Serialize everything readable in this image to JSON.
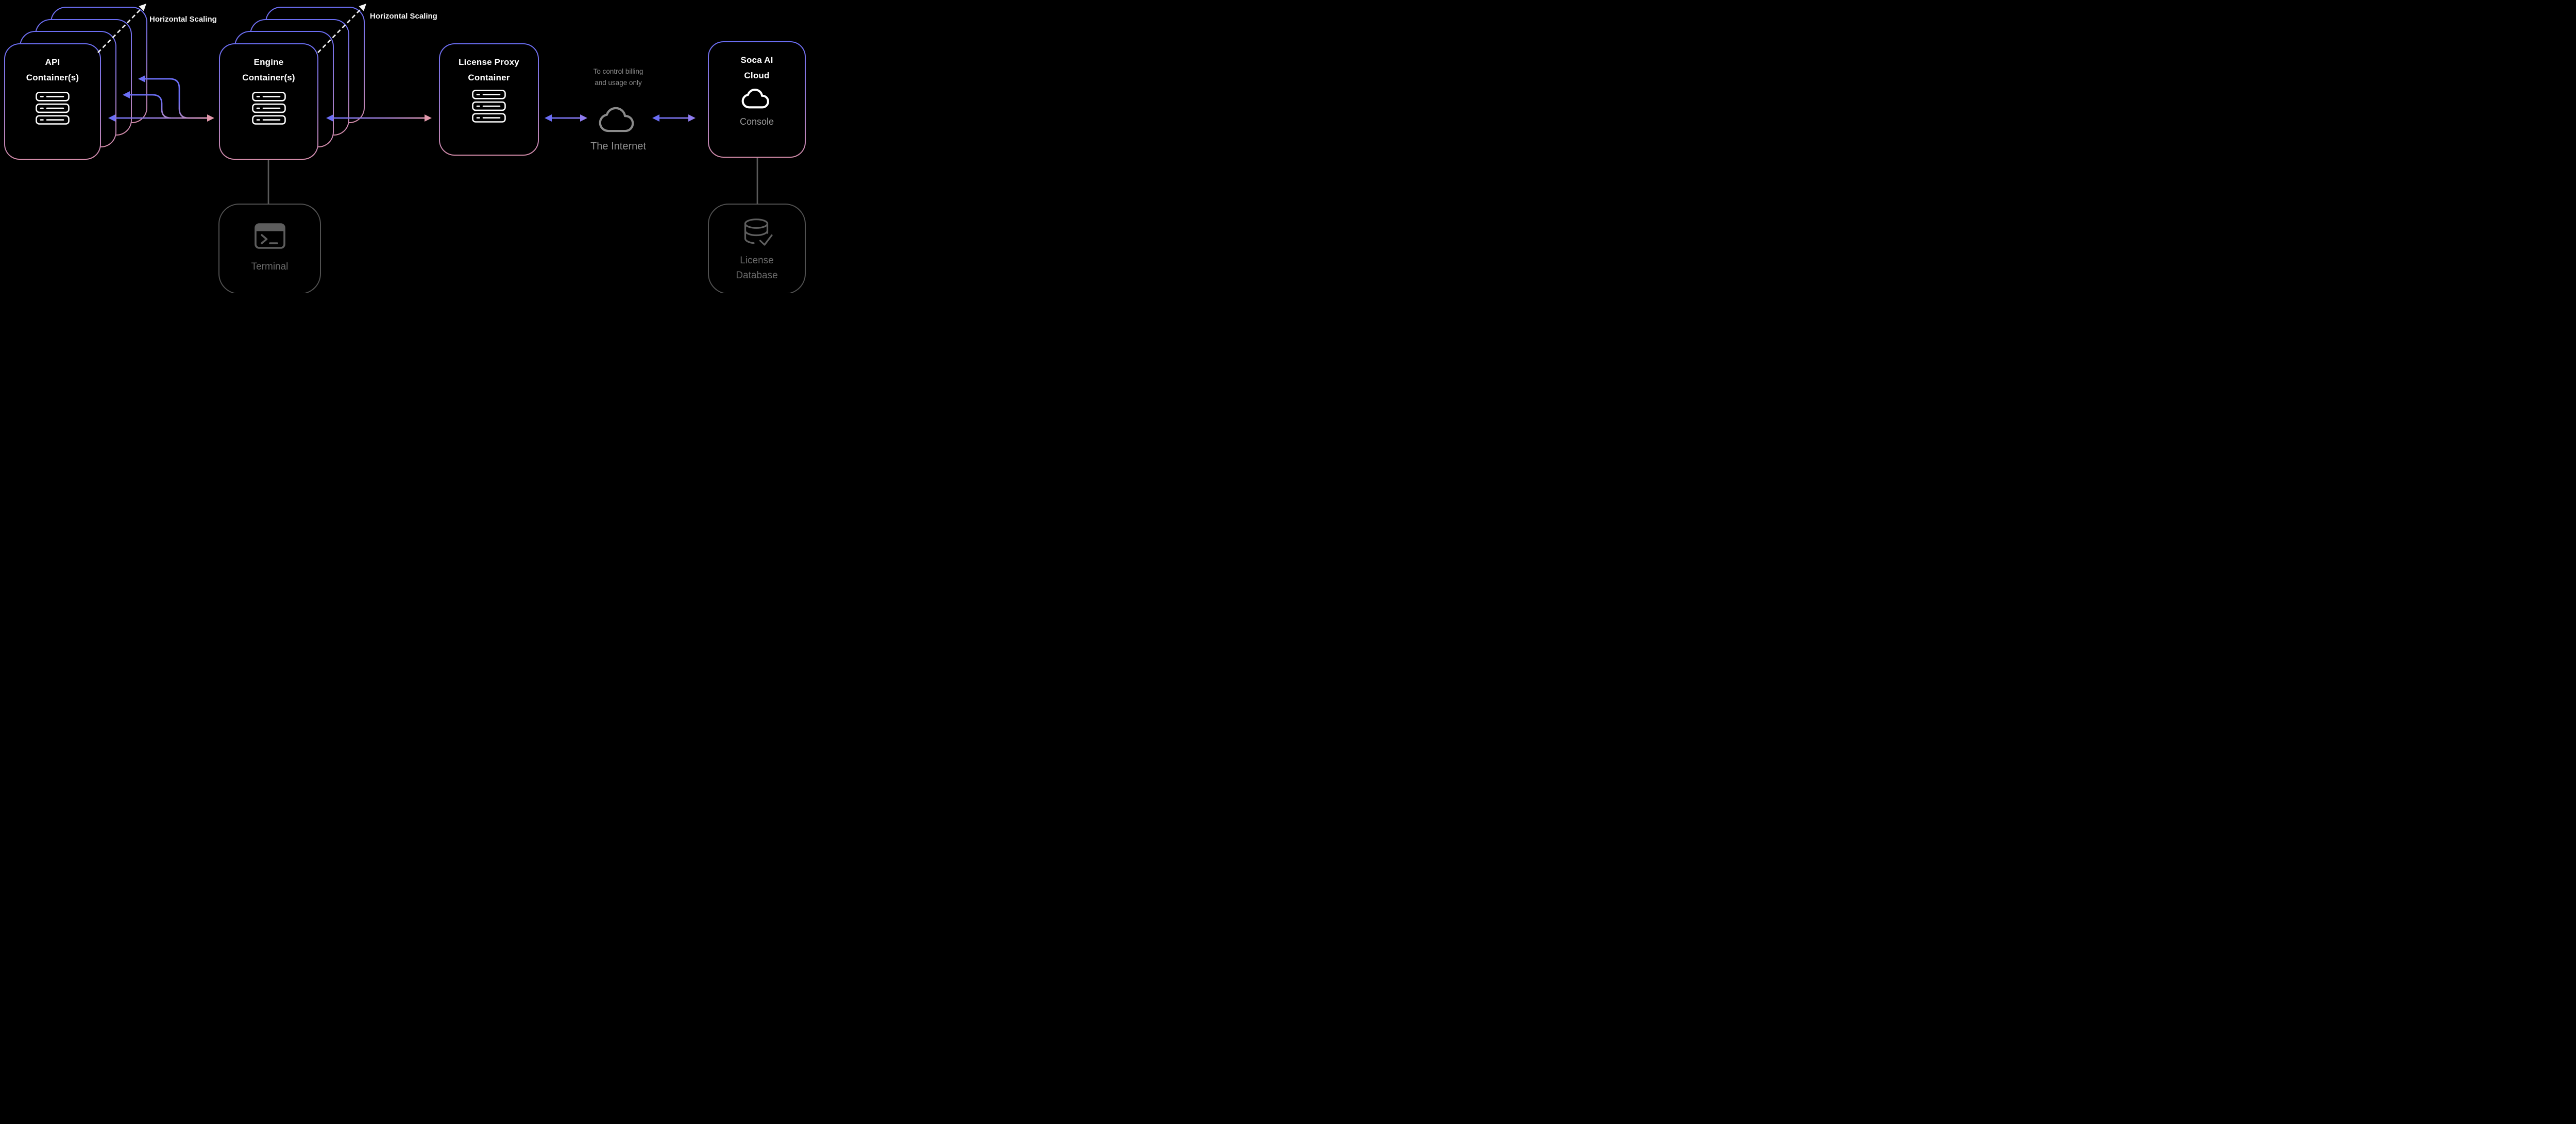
{
  "colors": {
    "background": "#000000",
    "card_border_top": "#6a6df3",
    "card_border_mid": "#9b7bd0",
    "card_border_bottom": "#d28ba8",
    "arrow_blue": "#6b6ef5",
    "arrow_purple": "#8f7cf0",
    "arrow_pink": "#e298ab",
    "dashed_arrow_white": "#f5f5f5",
    "gray_box_border": "#515151",
    "gray_icon": "#5d5d5d",
    "gray_text": "#8e8e8e",
    "title_text": "#ffffff"
  },
  "nodes": {
    "api": {
      "title_line1": "API",
      "title_line2": "Container(s)",
      "icon": "server-rack-icon",
      "scaling_label": "Horizontal Scaling"
    },
    "engine": {
      "title_line1": "Engine",
      "title_line2": "Container(s)",
      "icon": "server-rack-icon",
      "scaling_label": "Horizontal Scaling"
    },
    "license_proxy": {
      "title_line1": "License Proxy",
      "title_line2": "Container",
      "icon": "server-rack-icon"
    },
    "internet": {
      "label": "The Internet",
      "note_line1": "To control billing",
      "note_line2": "and usage only",
      "icon": "cloud-icon"
    },
    "soca": {
      "title_line1": "Soca AI",
      "title_line2": "Cloud",
      "subtitle": "Console",
      "icon": "cloud-icon"
    },
    "terminal": {
      "label": "Terminal",
      "icon": "terminal-icon"
    },
    "license_db": {
      "label_line1": "License",
      "label_line2": "Database",
      "icon": "database-check-icon"
    }
  },
  "connections": [
    {
      "from": "engine",
      "to": "api",
      "style": "bidirectional-gradient-arrow"
    },
    {
      "from": "engine-replica-2",
      "to": "api-replica-2",
      "style": "blue-return-arrow"
    },
    {
      "from": "engine-replica-3",
      "to": "api-replica-3",
      "style": "blue-return-arrow"
    },
    {
      "from": "engine",
      "to": "license_proxy",
      "style": "bidirectional-gradient-arrow"
    },
    {
      "from": "license_proxy",
      "to": "internet",
      "style": "bidirectional-blue-arrow"
    },
    {
      "from": "internet",
      "to": "soca",
      "style": "bidirectional-blue-arrow"
    },
    {
      "from": "engine",
      "to": "terminal",
      "style": "gray-line"
    },
    {
      "from": "soca",
      "to": "license_db",
      "style": "gray-line"
    },
    {
      "from": "api",
      "to": "horizontal-scaling",
      "style": "white-dashed-arrow"
    },
    {
      "from": "engine",
      "to": "horizontal-scaling",
      "style": "white-dashed-arrow"
    }
  ]
}
